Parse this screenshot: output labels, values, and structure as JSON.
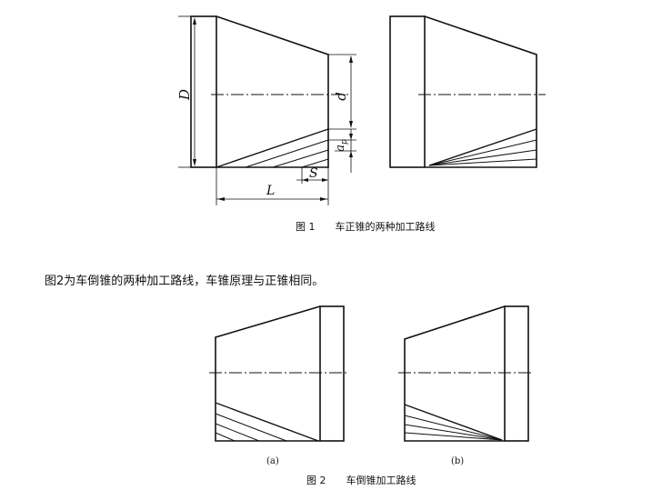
{
  "figure1": {
    "caption_number": "图 1",
    "caption_text": "车正锥的两种加工路线",
    "labels": {
      "D": "D",
      "d": "d",
      "ap": "a",
      "ap_sub": "p",
      "S": "S",
      "L": "L"
    }
  },
  "paragraph": "图2为车倒锥的两种加工路线，车锥原理与正锥相同。",
  "figure2": {
    "caption_number": "图 2",
    "caption_text": "车倒锥加工路线",
    "sub_a": "(a)",
    "sub_b": "(b)"
  }
}
